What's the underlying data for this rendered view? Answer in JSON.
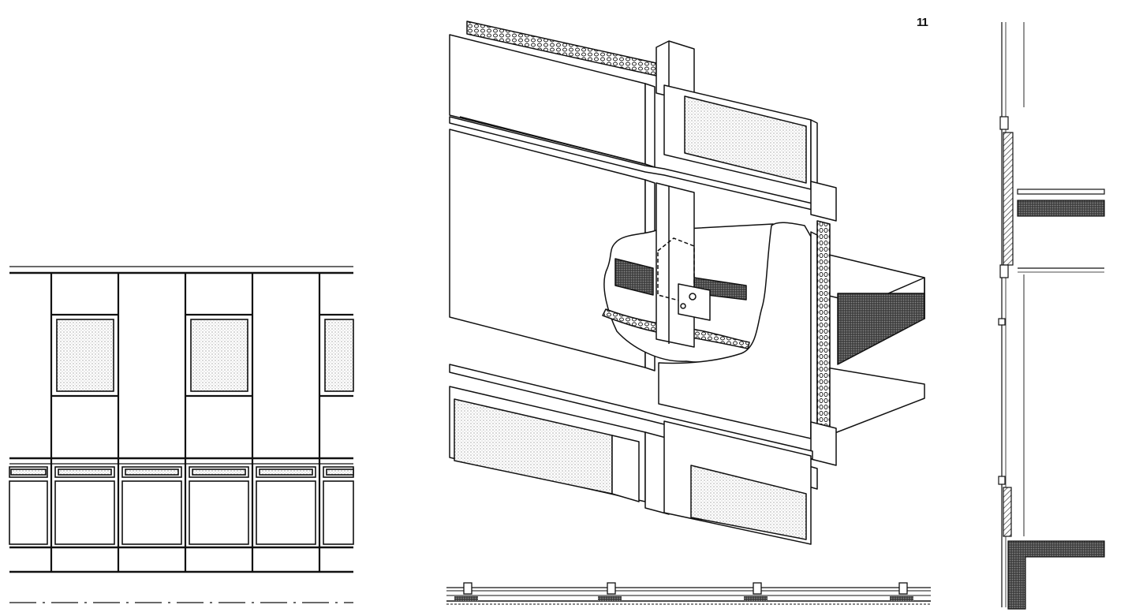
{
  "page": {
    "number": "11"
  },
  "colors": {
    "ink": "#111111",
    "paper": "#ffffff",
    "hatch": "#8a8a8a",
    "dark_fill": "#3a3a3a"
  },
  "drawings": [
    {
      "id": "elevation",
      "kind": "facade-elevation"
    },
    {
      "id": "isometric",
      "kind": "cutaway-isometric"
    },
    {
      "id": "plan-strip",
      "kind": "horizontal-section"
    },
    {
      "id": "vertical-section",
      "kind": "vertical-section"
    }
  ]
}
